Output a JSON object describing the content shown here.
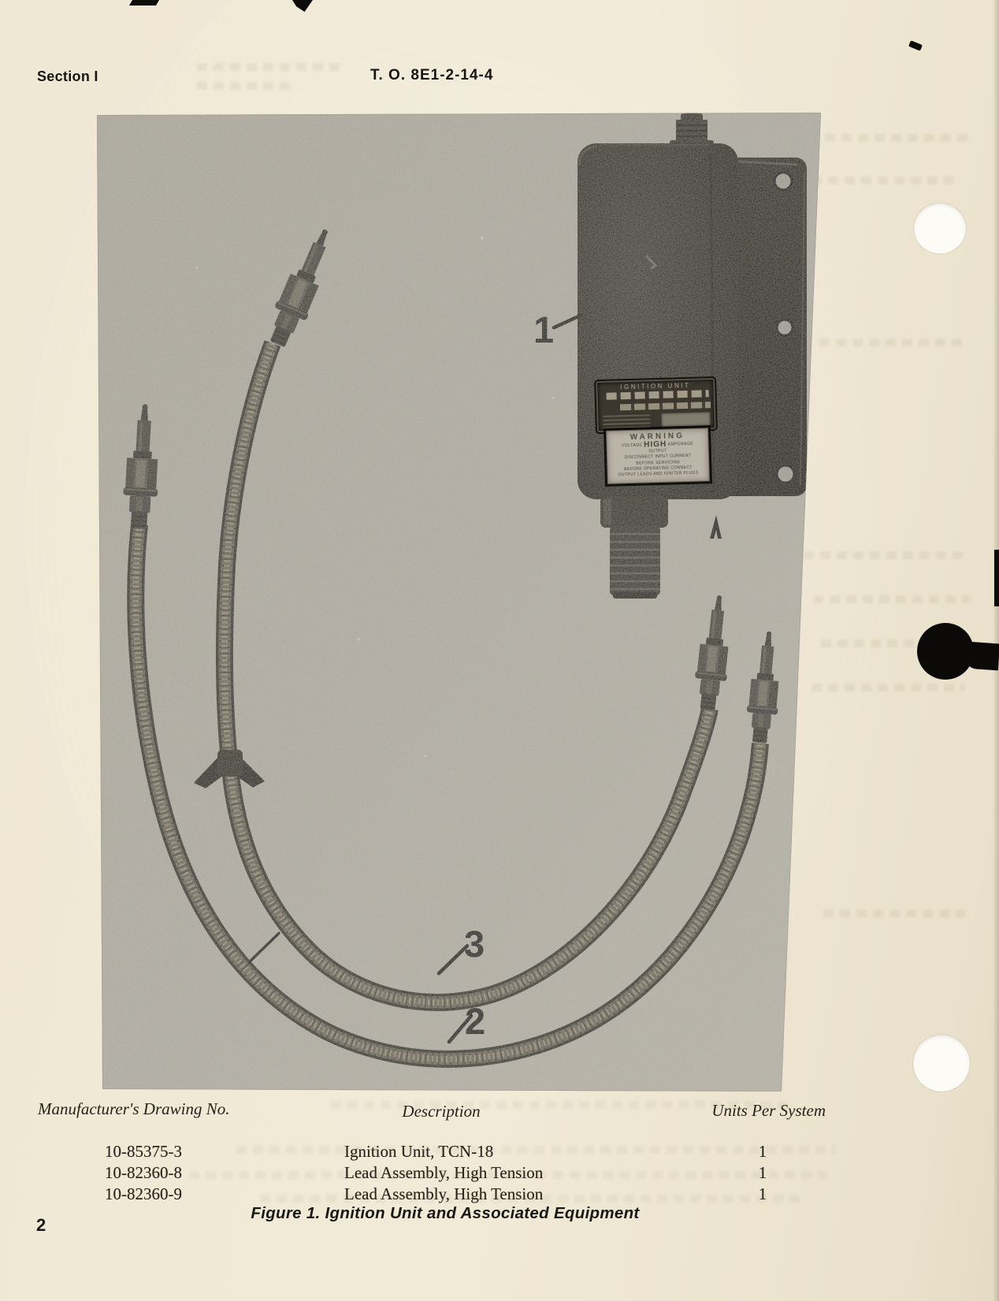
{
  "page": {
    "section": "Section I",
    "doc_number": "T. O. 8E1-2-14-4",
    "page_number": "2"
  },
  "figure": {
    "caption": "Figure 1. Ignition Unit and Associated Equipment",
    "callouts": [
      {
        "label": "1"
      },
      {
        "label": "2"
      },
      {
        "label": "3"
      }
    ],
    "unit_labels": {
      "data_plate_title": "IGNITION UNIT",
      "warning": {
        "line1": "WARNING",
        "line2_left": "VOLTAGE",
        "line2_mid": "HIGH",
        "line2_right": "AMPERAGE",
        "rest": [
          "OUTPUT",
          "DISCONNECT INPUT CURRENT",
          "BEFORE SERVICING",
          "BEFORE OPERATING CONNECT",
          "OUTPUT LEADS AND IGNITER PLUGS"
        ]
      }
    }
  },
  "table": {
    "headers": {
      "drawing_no": "Manufacturer's Drawing No.",
      "description": "Description",
      "units": "Units Per System"
    },
    "rows": [
      {
        "drawing_no": "10-85375-3",
        "description": "Ignition Unit, TCN-18",
        "units": "1"
      },
      {
        "drawing_no": "10-82360-8",
        "description": "Lead Assembly, High Tension",
        "units": "1"
      },
      {
        "drawing_no": "10-82360-9",
        "description": "Lead Assembly, High Tension",
        "units": "1"
      }
    ]
  },
  "colors": {
    "paper": "#f0e9d6",
    "photo_gray": "#a8a49a",
    "ink": "#1c1a16",
    "unit_black": "#1b1813"
  }
}
